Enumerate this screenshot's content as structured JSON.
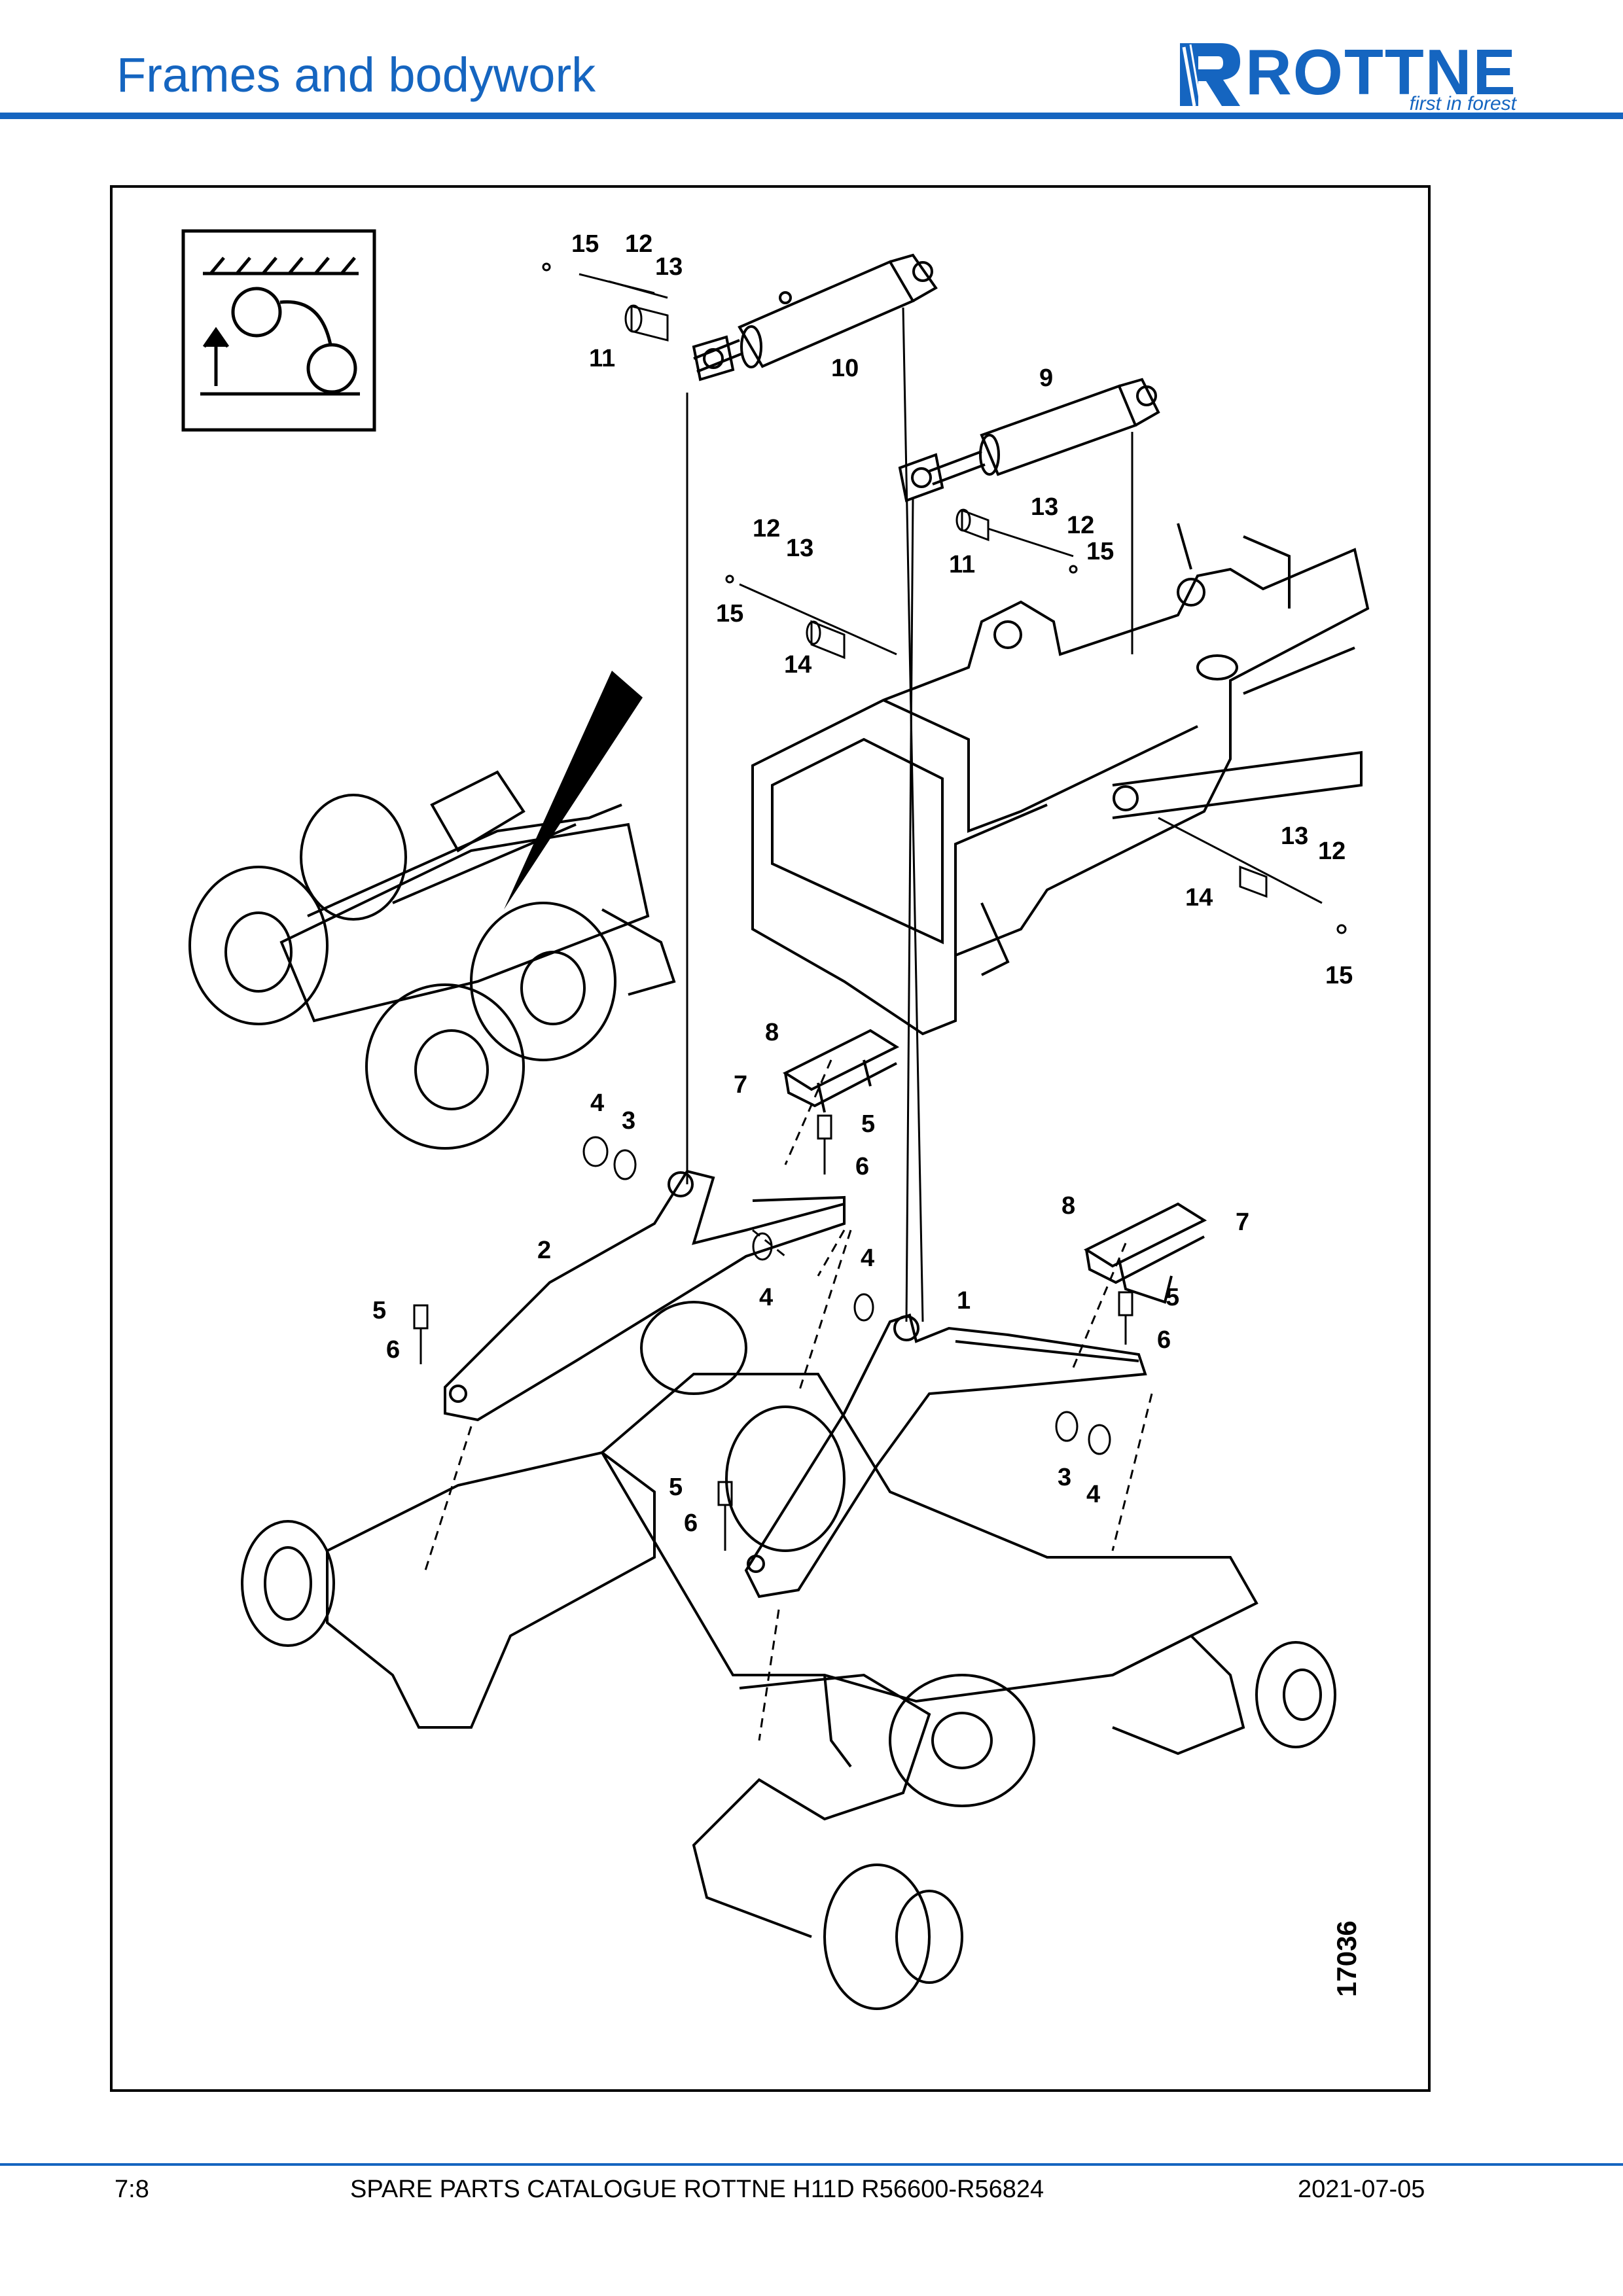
{
  "header": {
    "title": "Frames and bodywork",
    "logo": {
      "word": "ROTTNE",
      "tagline": "first in forest",
      "color": "#1565c0"
    }
  },
  "diagram": {
    "figure_number": "17036",
    "callouts": [
      {
        "id": "c-15a",
        "label": "15"
      },
      {
        "id": "c-12a",
        "label": "12"
      },
      {
        "id": "c-13a",
        "label": "13"
      },
      {
        "id": "c-11a",
        "label": "11"
      },
      {
        "id": "c-10",
        "label": "10"
      },
      {
        "id": "c-9",
        "label": "9"
      },
      {
        "id": "c-13b",
        "label": "13"
      },
      {
        "id": "c-12b",
        "label": "12"
      },
      {
        "id": "c-11b",
        "label": "11"
      },
      {
        "id": "c-15b",
        "label": "15"
      },
      {
        "id": "c-12c",
        "label": "12"
      },
      {
        "id": "c-13c",
        "label": "13"
      },
      {
        "id": "c-15c",
        "label": "15"
      },
      {
        "id": "c-14a",
        "label": "14"
      },
      {
        "id": "c-13d",
        "label": "13"
      },
      {
        "id": "c-12d",
        "label": "12"
      },
      {
        "id": "c-14b",
        "label": "14"
      },
      {
        "id": "c-15d",
        "label": "15"
      },
      {
        "id": "c-8a",
        "label": "8"
      },
      {
        "id": "c-7a",
        "label": "7"
      },
      {
        "id": "c-4a",
        "label": "4"
      },
      {
        "id": "c-3a",
        "label": "3"
      },
      {
        "id": "c-5a",
        "label": "5"
      },
      {
        "id": "c-6a",
        "label": "6"
      },
      {
        "id": "c-8b",
        "label": "8"
      },
      {
        "id": "c-7b",
        "label": "7"
      },
      {
        "id": "c-2",
        "label": "2"
      },
      {
        "id": "c-4b",
        "label": "4"
      },
      {
        "id": "c-4c",
        "label": "4"
      },
      {
        "id": "c-1",
        "label": "1"
      },
      {
        "id": "c-5b",
        "label": "5"
      },
      {
        "id": "c-5c",
        "label": "5"
      },
      {
        "id": "c-6b",
        "label": "6"
      },
      {
        "id": "c-6c",
        "label": "6"
      },
      {
        "id": "c-3b",
        "label": "3"
      },
      {
        "id": "c-4d",
        "label": "4"
      },
      {
        "id": "c-5d",
        "label": "5"
      },
      {
        "id": "c-6d",
        "label": "6"
      }
    ]
  },
  "footer": {
    "page": "7:8",
    "catalogue": "SPARE PARTS CATALOGUE ROTTNE H11D R56600-R56824",
    "date": "2021-07-05"
  }
}
